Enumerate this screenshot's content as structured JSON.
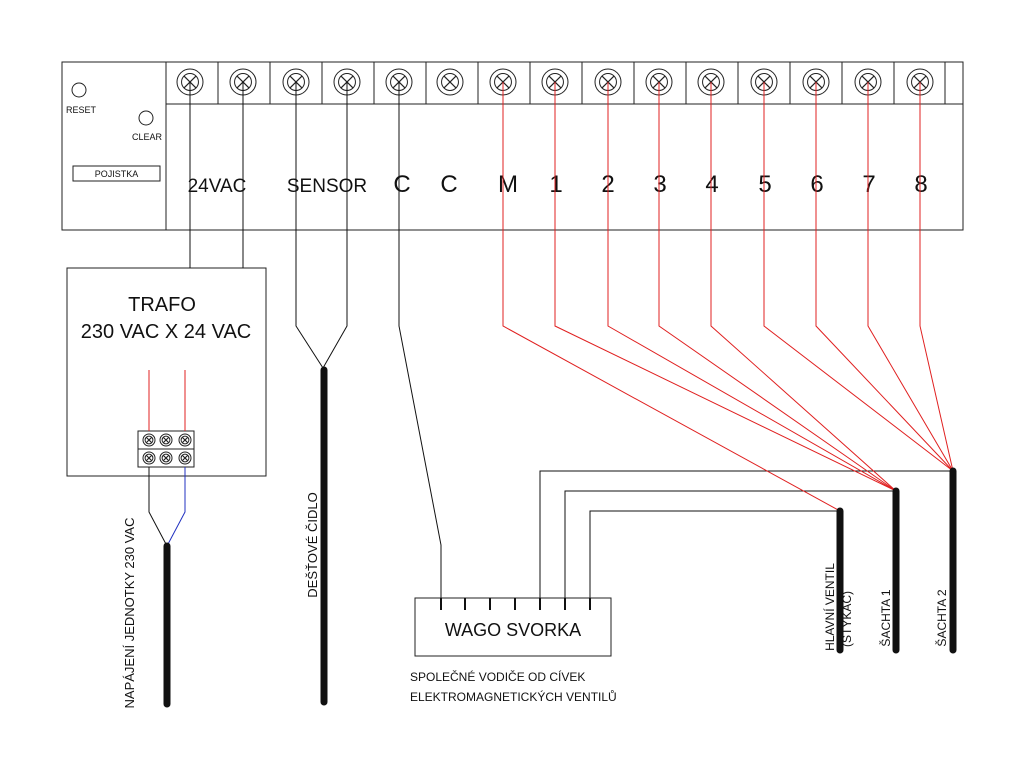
{
  "controller": {
    "reset_label": "RESET",
    "clear_label": "CLEAR",
    "fuse_label": "POJISTKA",
    "terminal_labels": [
      "24VAC",
      "SENSOR",
      "C",
      "C",
      "M",
      "1",
      "2",
      "3",
      "4",
      "5",
      "6",
      "7",
      "8"
    ]
  },
  "trafo": {
    "title": "TRAFO",
    "rating": "230 VAC X 24 VAC"
  },
  "cables": {
    "power_label": "NAPÁJENÍ JEDNOTKY 230 VAC",
    "rain_sensor_label": "DEŠŤOVÉ ČIDLO",
    "main_valve_label_line1": "HLAVNÍ VENTIL",
    "main_valve_label_line2": "(STYKAČ)",
    "shaft1_label": "ŠACHTA 1",
    "shaft2_label": "ŠACHTA 2"
  },
  "wago": {
    "title": "WAGO SVORKA",
    "caption_line1": "SPOLEČNÉ VODIČE OD CÍVEK",
    "caption_line2": "ELEKTROMAGNETICKÝCH VENTILŮ"
  },
  "colors": {
    "line": "#111111",
    "red_wire": "#e02020",
    "blue_wire": "#2030c0"
  }
}
